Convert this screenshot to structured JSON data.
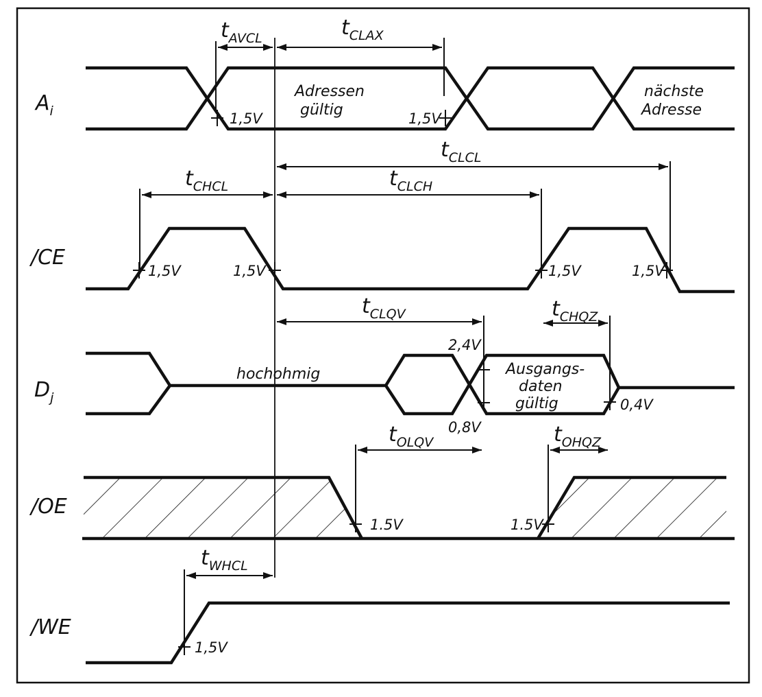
{
  "signals": [
    {
      "id": "ai",
      "label": "A",
      "sub": "i"
    },
    {
      "id": "ce",
      "label": "/CE",
      "sub": ""
    },
    {
      "id": "di",
      "label": "D",
      "sub": "j"
    },
    {
      "id": "oe",
      "label": "/OE",
      "sub": ""
    },
    {
      "id": "we",
      "label": "/WE",
      "sub": ""
    }
  ],
  "timings": {
    "avcl": {
      "t": "t",
      "sub": "AVCL"
    },
    "clax": {
      "t": "t",
      "sub": "CLAX"
    },
    "clcl": {
      "t": "t",
      "sub": "CLCL"
    },
    "chcl": {
      "t": "t",
      "sub": "CHCL"
    },
    "clch": {
      "t": "t",
      "sub": "CLCH"
    },
    "clqv": {
      "t": "t",
      "sub": "CLQV"
    },
    "chqz": {
      "t": "t",
      "sub": "CHQZ"
    },
    "olqv": {
      "t": "t",
      "sub": "OLQV"
    },
    "ohqz": {
      "t": "t",
      "sub": "OHQZ"
    },
    "whcl": {
      "t": "t",
      "sub": "WHCL"
    }
  },
  "annotations": {
    "adressen": "Adressen",
    "gueltig": "gültig",
    "naechste": "nächste",
    "adresse": "Adresse",
    "hochohmig": "hochohmig",
    "ausgangs": "Ausgangs-",
    "daten": "daten",
    "daten_gueltig": "gültig"
  },
  "voltages": {
    "v15": "1,5V",
    "v15b": "1.5V",
    "v24": "2,4V",
    "v08": "0,8V",
    "v04": "0,4V"
  }
}
